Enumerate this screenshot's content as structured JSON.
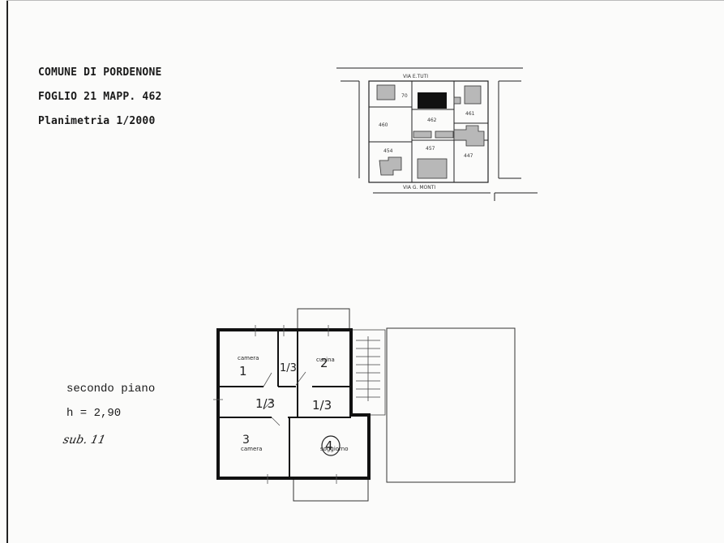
{
  "header": {
    "line1": "COMUNE DI PORDENONE",
    "line2": "FOGLIO 21 MAPP. 462",
    "line3": "Planimetria 1/2000"
  },
  "site_map": {
    "street_top": "VIA E.TUTI",
    "street_bottom": "VIA G. MONTI",
    "parcels": {
      "p70": "70",
      "p460": "460",
      "p461": "461",
      "p462": "462",
      "p454": "454",
      "p457": "457",
      "p447": "447"
    }
  },
  "floor": {
    "name": "secondo piano",
    "height": "h = 2,90",
    "sub": "sub. 11"
  },
  "rooms": {
    "r1_label": "camera",
    "r1_num": "1",
    "r1_frac": "1/3",
    "r2_label": "cucina",
    "r2_num": "2",
    "hall_frac_a": "1/3",
    "hall_frac_b": "1/3",
    "r3_label": "camera",
    "r3_num": "3",
    "r4_label": "soggiorno",
    "r4_num": "4"
  }
}
